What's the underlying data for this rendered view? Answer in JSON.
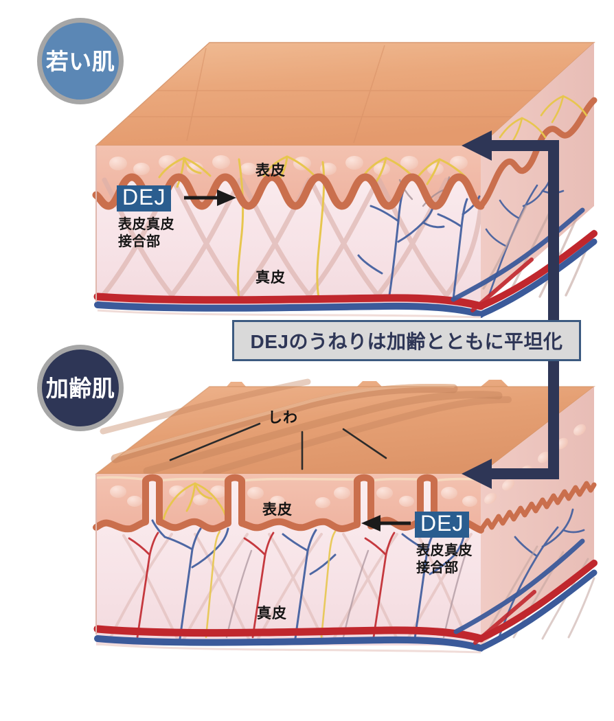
{
  "figure": {
    "title": "DEJ (dermal-epidermal junction) comparison: young skin vs aged skin",
    "colors": {
      "badge_young_fill": "#5b87b5",
      "badge_aged_fill": "#2e3656",
      "badge_ring": "#a6a6a6",
      "dej_tag_fill": "#2a5d8f",
      "callout_fill": "#d9d9d9",
      "callout_border": "#3c5a80",
      "connector_navy": "#2e3656",
      "dej_line": "#c96b4a",
      "epidermis_fill": "#f0b9a6",
      "dermis_fill": "#f7e2e6",
      "surface_skin": "#e9a87e",
      "artery_red": "#c0272d",
      "vein_blue": "#3b5a9a",
      "nerve_yellow": "#e3c24a",
      "collagen": "#d9b3ae"
    }
  },
  "panels": {
    "young": {
      "badge_label": "若い肌",
      "dej_tag": "DEJ",
      "dej_subtitle": "表皮真皮\n接合部",
      "epidermis_label": "表皮",
      "dermis_label": "真皮"
    },
    "aged": {
      "badge_label": "加齢肌",
      "dej_tag": "DEJ",
      "dej_subtitle": "表皮真皮\n接合部",
      "epidermis_label": "表皮",
      "dermis_label": "真皮",
      "wrinkle_label": "しわ"
    }
  },
  "callout": {
    "text": "DEJのうねりは加齢とともに平坦化"
  }
}
